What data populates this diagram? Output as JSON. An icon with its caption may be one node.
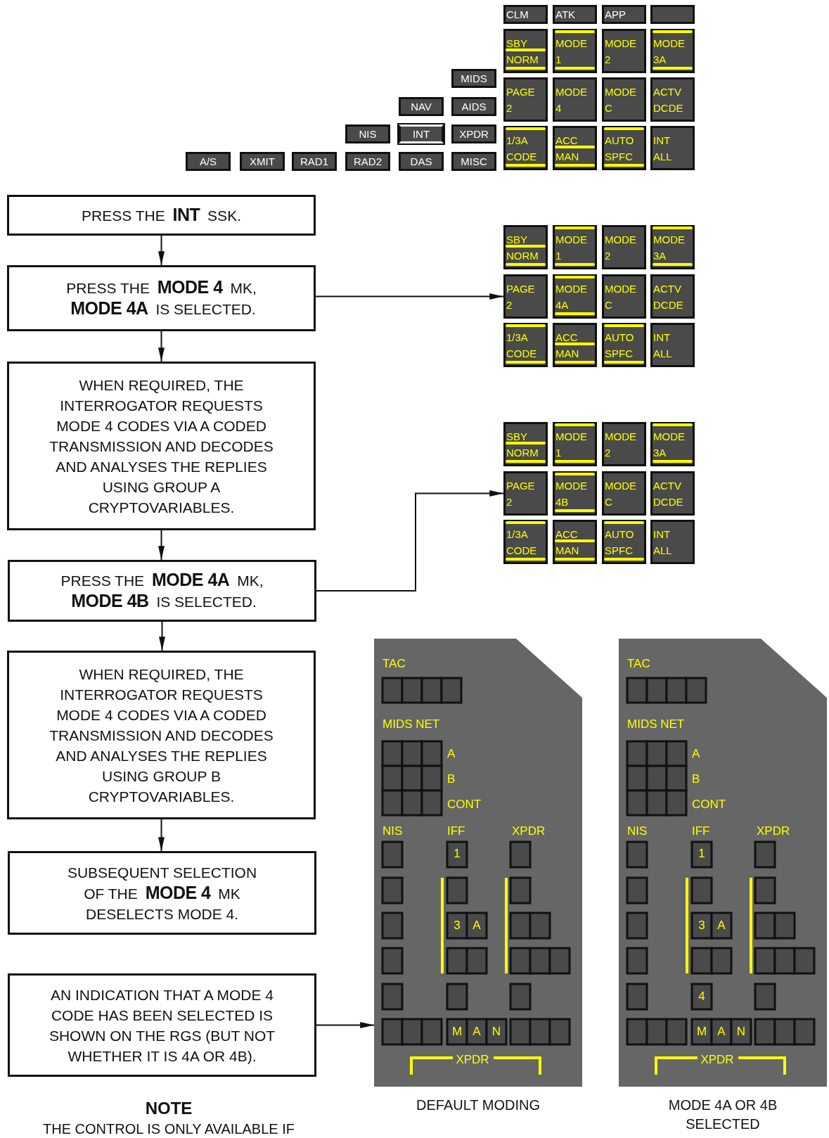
{
  "diagram": {
    "nodes": [
      {
        "text": [
          "PRESS THE **INT** SSK."
        ]
      },
      {
        "text": [
          "PRESS THE **MODE 4** MK, **MODE 4A** IS SELECTED."
        ]
      },
      {
        "text": [
          "WHEN REQUIRED, THE INTERROGATOR REQUESTS MODE 4 CODES VIA A CODED TRANSMISSION AND DECODES AND ANALYSES THE REPLIES USING GROUP A CRYPTOVARIABLES."
        ]
      },
      {
        "text": [
          "PRESS THE **MODE 4A** MK, **MODE 4B** IS SELECTED."
        ]
      },
      {
        "text": [
          "WHEN REQUIRED, THE INTERROGATOR REQUESTS MODE 4 CODES VIA A CODED TRANSMISSION AND DECODES AND ANALYSES THE REPLIES USING GROUP B CRYPTOVARIABLES."
        ]
      },
      {
        "text": [
          "SUBSEQUENT SELECTION OF THE **MODE 4** MK DESELECTS MODE 4."
        ]
      },
      {
        "text": [
          "AN INDICATION THAT A MODE 4 CODE HAS BEEN SELECTED IS SHOWN ON THE RGS (BUT NOT WHETHER IT IS 4A OR 4B)."
        ]
      },
      {
        "text": [
          "MIDS"
        ]
      },
      {
        "text": [
          "NAV"
        ]
      },
      {
        "text": [
          "AIDS"
        ]
      },
      {
        "text": [
          "NIS"
        ]
      },
      {
        "text": [
          "INT"
        ]
      },
      {
        "text": [
          "XPDR"
        ]
      },
      {
        "text": [
          "A/S"
        ]
      },
      {
        "text": [
          "XMIT"
        ]
      },
      {
        "text": [
          "RAD1"
        ]
      },
      {
        "text": [
          "RAD2"
        ]
      },
      {
        "text": [
          "DAS"
        ]
      },
      {
        "text": [
          "MISC"
        ]
      },
      {
        "text": [
          "CLM"
        ]
      },
      {
        "text": [
          "ATK"
        ]
      },
      {
        "text": [
          "APP"
        ]
      },
      {
        "text": [],
        "shape": "box"
      },
      {
        "text": [
          "SBY",
          "NORM"
        ]
      },
      {
        "text": [
          "MODE",
          "1"
        ]
      },
      {
        "text": [
          "MODE",
          "2"
        ]
      },
      {
        "text": [
          "MODE",
          "3A"
        ]
      },
      {
        "text": [
          "PAGE",
          "2"
        ]
      },
      {
        "text": [
          "MODE",
          "4"
        ]
      },
      {
        "text": [
          "MODE",
          "C"
        ]
      },
      {
        "text": [
          "ACTV",
          "DCDE"
        ]
      },
      {
        "text": [
          "1/3A",
          "CODE"
        ]
      },
      {
        "text": [
          "ACC",
          "MAN"
        ]
      },
      {
        "text": [
          "AUTO",
          "SPFC"
        ]
      },
      {
        "text": [
          "INT",
          "ALL"
        ]
      },
      {
        "text": [
          "SBY",
          "NORM"
        ]
      },
      {
        "text": [
          "MODE",
          "1"
        ]
      },
      {
        "text": [
          "MODE",
          "2"
        ]
      },
      {
        "text": [
          "MODE",
          "3A"
        ]
      },
      {
        "text": [
          "PAGE",
          "2"
        ]
      },
      {
        "text": [
          "MODE",
          "4A"
        ]
      },
      {
        "text": [
          "MODE",
          "C"
        ]
      },
      {
        "text": [
          "ACTV",
          "DCDE"
        ]
      },
      {
        "text": [
          "1/3A",
          "CODE"
        ]
      },
      {
        "text": [
          "ACC",
          "MAN"
        ]
      },
      {
        "text": [
          "AUTO",
          "SPFC"
        ]
      },
      {
        "text": [
          "INT",
          "ALL"
        ]
      },
      {
        "text": [
          "SBY",
          "NORM"
        ]
      },
      {
        "text": [
          "MODE",
          "1"
        ]
      },
      {
        "text": [
          "MODE",
          "2"
        ]
      },
      {
        "text": [
          "MODE",
          "3A"
        ]
      },
      {
        "text": [
          "PAGE",
          "2"
        ]
      },
      {
        "text": [
          "MODE",
          "4B"
        ]
      },
      {
        "text": [
          "MODE",
          "C"
        ]
      },
      {
        "text": [
          "ACTV",
          "DCDE"
        ]
      },
      {
        "text": [
          "1/3A",
          "CODE"
        ]
      },
      {
        "text": [
          "ACC",
          "MAN"
        ]
      },
      {
        "text": [
          "AUTO",
          "SPFC"
        ]
      },
      {
        "text": [
          "INT",
          "ALL"
        ]
      },
      {
        "text": [
          "TAC",
          "MIDS NET",
          "A",
          "B",
          "CONT",
          "NIS",
          "IFF",
          "XPDR",
          "1",
          "3",
          "A",
          "M",
          "A",
          "N",
          "XPDR"
        ],
        "beside": [
          "DEFAULT MODING"
        ]
      },
      {
        "text": [
          "TAC",
          "MIDS NET",
          "A",
          "B",
          "CONT",
          "NIS",
          "IFF",
          "XPDR",
          "1",
          "3",
          "A",
          "4",
          "M",
          "A",
          "N",
          "XPDR"
        ],
        "beside": [
          "MODE 4A OR 4B SELECTED"
        ]
      }
    ],
    "edges": [
      {
        "from": 0,
        "to": 1,
        "arrow": "to"
      },
      {
        "from": 1,
        "to": 2,
        "arrow": "to"
      },
      {
        "from": 2,
        "to": 3,
        "arrow": "to"
      },
      {
        "from": 3,
        "to": 4,
        "arrow": "to"
      },
      {
        "from": 4,
        "to": 5,
        "arrow": "to"
      },
      {
        "from": 1,
        "to": 39,
        "arrow": "to"
      },
      {
        "from": 3,
        "to": 51,
        "arrow": "to"
      },
      {
        "from": 6,
        "to": 59,
        "arrow": "to"
      }
    ],
    "labels": [
      "NOTE",
      "THE CONTROL IS ONLY AVAILABLE IF"
    ]
  }
}
